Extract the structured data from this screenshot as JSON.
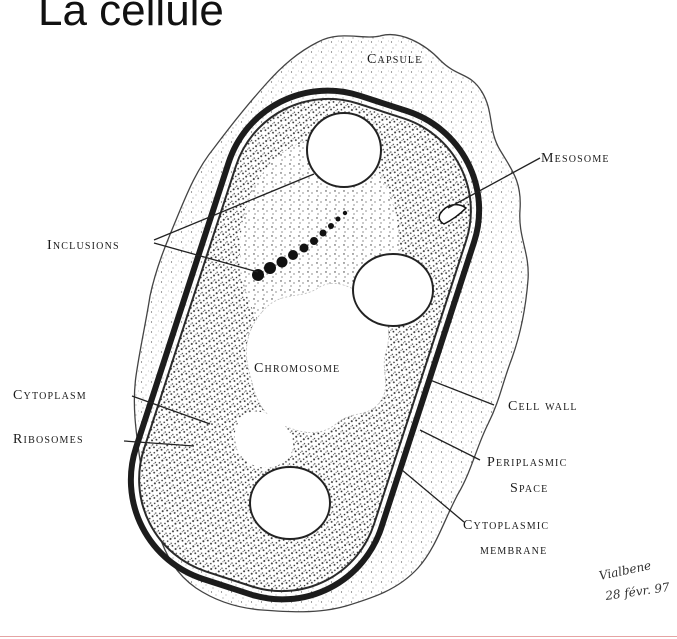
{
  "title": "La cellule",
  "labels": {
    "capsule": "Capsule",
    "mesosome": "Mesosome",
    "inclusions": "Inclusions",
    "chromosome": "Chromosome",
    "cytoplasm": "Cytoplasm",
    "ribosomes": "Ribosomes",
    "cell_wall": "Cell wall",
    "periplasmic_1": "Periplasmic",
    "periplasmic_2": "Space",
    "cytoplasmic_1": "Cytoplasmic",
    "cytoplasmic_2": "membrane"
  },
  "signature": {
    "name": "Vialbene",
    "date": "28 févr. 97"
  }
}
